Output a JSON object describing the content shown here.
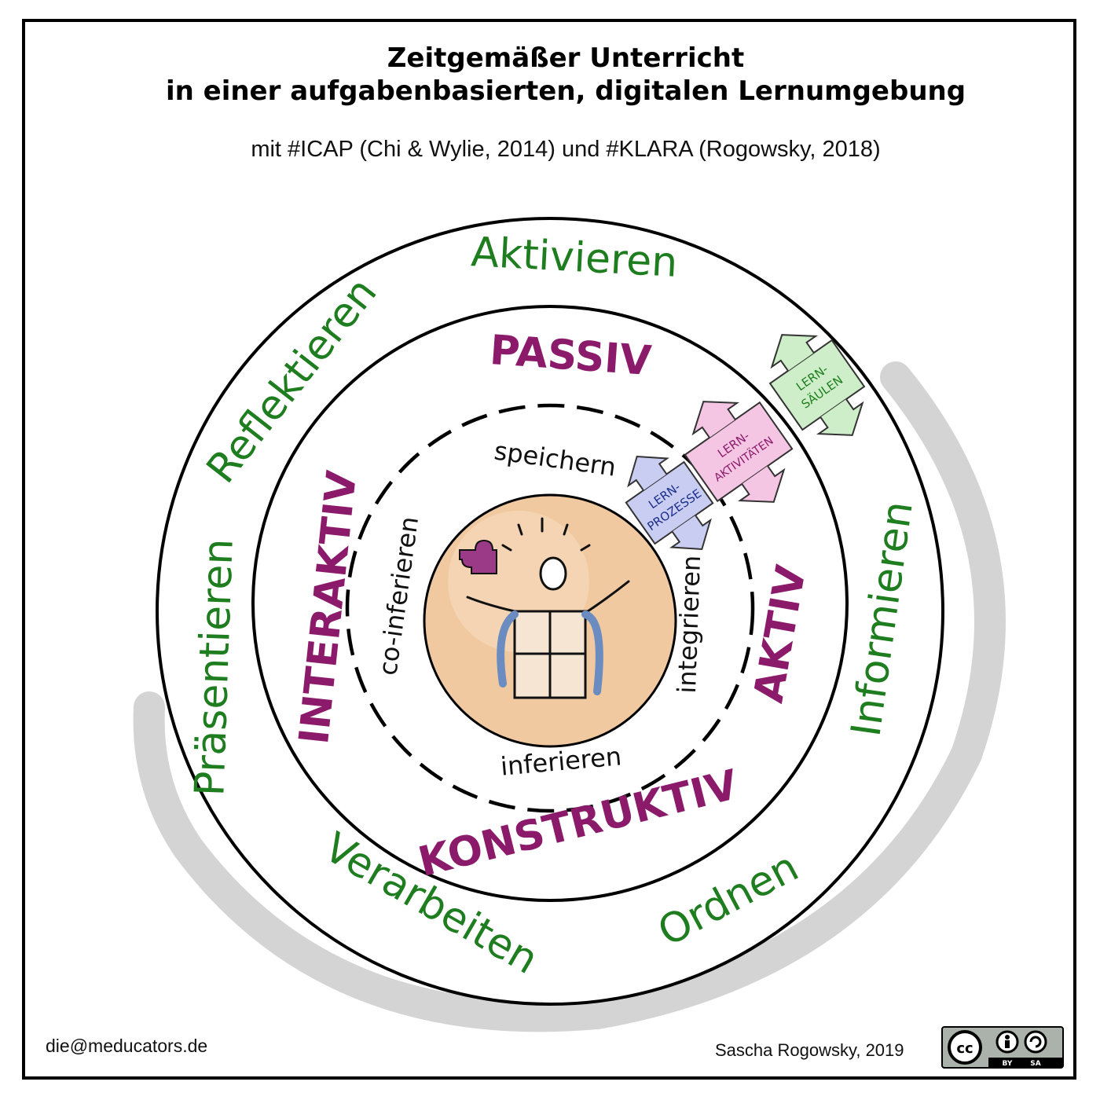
{
  "title_line1": "Zeitgemäßer Unterricht",
  "title_line2": "in einer aufgabenbasierten, digitalen Lernumgebung",
  "subtitle": "mit #ICAP (Chi & Wylie, 2014) und #KLARA (Rogowsky, 2018)",
  "outer_ring": [
    "Aktivieren",
    "Informieren",
    "Ordnen",
    "Verarbeiten",
    "Präsentieren",
    "Reflektieren"
  ],
  "middle_ring": [
    "PASSIV",
    "AKTIV",
    "KONSTRUKTIV",
    "INTERAKTIV"
  ],
  "inner_ring": [
    "speichern",
    "integrieren",
    "inferieren",
    "co-inferieren"
  ],
  "arrows": {
    "lernprozesse": [
      "LERN-",
      "PROZESSE"
    ],
    "lernaktivitaeten": [
      "LERN-",
      "AKTIVITÄTEN"
    ],
    "lernsaeulen": [
      "LERN-",
      "SÄULEN"
    ]
  },
  "footer": {
    "email": "die@meducators.de",
    "author": "Sascha Rogowsky, 2019",
    "license_cc": "cc",
    "license_by": "BY",
    "license_sa": "SA"
  },
  "colors": {
    "outer_text": "#1e7d1e",
    "middle_text": "#8b1a6b",
    "inner_text": "#111111",
    "arrow_blue": "#c9cdf2",
    "arrow_pink": "#f5c6e3",
    "arrow_green": "#cdeec8",
    "center_fill": "#f0c9a0"
  }
}
